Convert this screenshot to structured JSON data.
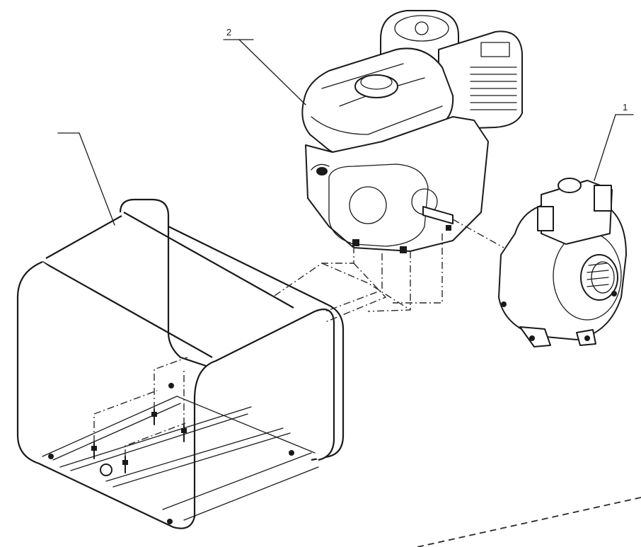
{
  "diagram": {
    "callouts": [
      {
        "id": "engine",
        "number": "2"
      },
      {
        "id": "pump",
        "number": "1"
      },
      {
        "id": "frame",
        "number": ""
      }
    ]
  }
}
